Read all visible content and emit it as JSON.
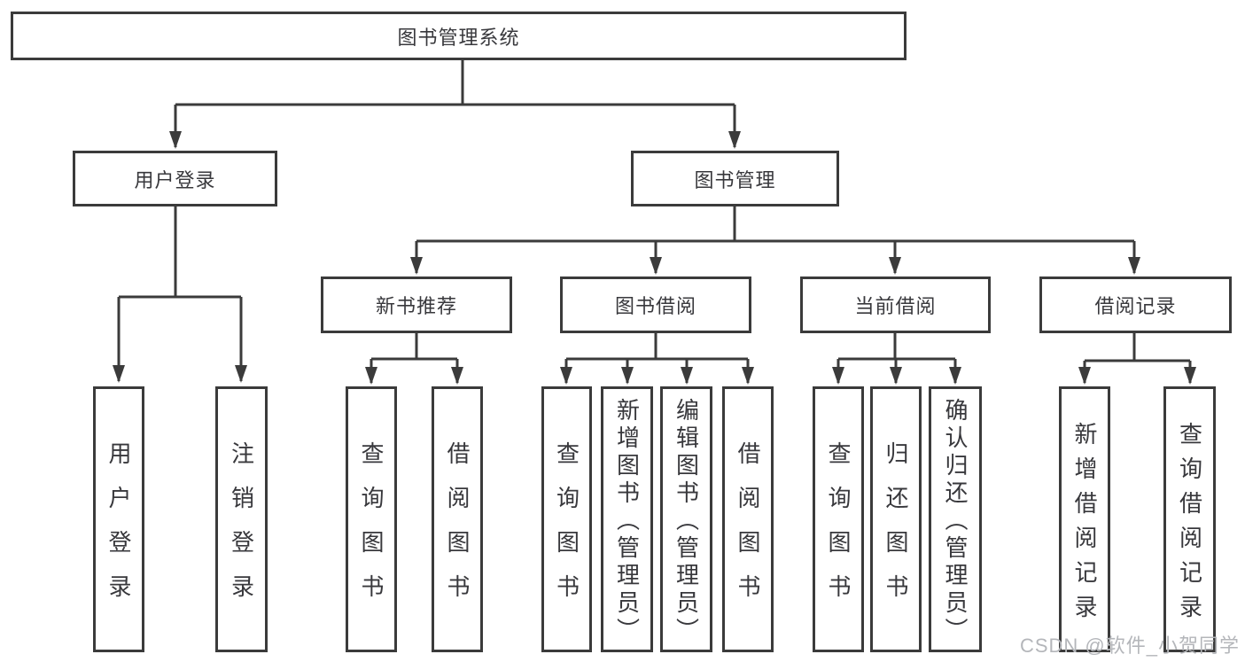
{
  "diagram": {
    "root": {
      "label": "图书管理系统"
    },
    "branches": [
      {
        "label": "用户登录",
        "children": [
          {
            "label": "用户登录"
          },
          {
            "label": "注销登录"
          }
        ]
      },
      {
        "label": "图书管理",
        "groups": [
          {
            "label": "新书推荐",
            "children": [
              {
                "label": "查询图书"
              },
              {
                "label": "借阅图书"
              }
            ]
          },
          {
            "label": "图书借阅",
            "children": [
              {
                "label": "查询图书"
              },
              {
                "label": "新增图书（管理员）"
              },
              {
                "label": "编辑图书（管理员）"
              },
              {
                "label": "借阅图书"
              }
            ]
          },
          {
            "label": "当前借阅",
            "children": [
              {
                "label": "查询图书"
              },
              {
                "label": "归还图书"
              },
              {
                "label": "确认归还（管理员）"
              }
            ]
          },
          {
            "label": "借阅记录",
            "children": [
              {
                "label": "新增借阅记录"
              },
              {
                "label": "查询借阅记录"
              }
            ]
          }
        ]
      }
    ],
    "watermark": "CSDN @软件_小贺同学",
    "colors": {
      "line": "#3b3b3b",
      "text": "#38383c",
      "box_background": "#ffffff",
      "watermark": "#b4b6ba"
    }
  }
}
